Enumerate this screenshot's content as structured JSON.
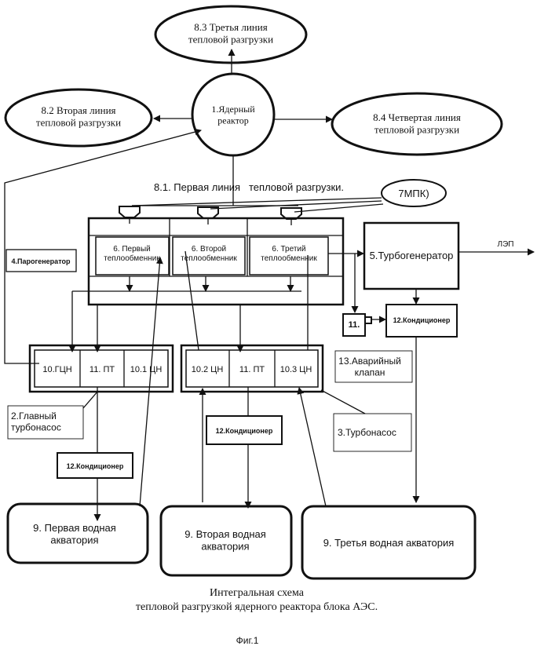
{
  "reactor": "1.Ядерный реактор",
  "line_8_2": "8.2 Вторая линия тепловой разгрузки",
  "line_8_3": "8.3 Третья линия тепловой разгрузки",
  "line_8_4": "8.4 Четвертая линия тепловой разгрузки",
  "line_8_1a": "8.1. Первая линия",
  "line_8_1b": "тепловой разгрузки.",
  "mpk": "7МПК)",
  "steam_generator": "4.Парогенератор",
  "hx1": "6. Первый теплообменник",
  "hx2": "6. Второй теплообменник",
  "hx3": "6. Третий теплообменник",
  "turbogenerator": "5.Турбогенератор",
  "lep": "ЛЭП",
  "valve11": "11.",
  "conditioner_top": "12.Кондиционер",
  "emergency_valve": "13.Аварийный клапан",
  "pump_left": [
    "10.ГЦН",
    "11. ПТ",
    "10.1 ЦН"
  ],
  "pump_right": [
    "10.2 ЦН",
    "11. ПТ",
    "10.3 ЦН"
  ],
  "main_turbopump": "2.Главный турбонасос",
  "turbopump": "3.Турбонасос",
  "conditioner_mid": "12.Кондиционер",
  "conditioner_left": "12.Кондиционер",
  "water1": "9. Первая водная акватория",
  "water2": "9. Вторая водная акватория",
  "water3": "9. Третья водная акватория",
  "caption_line1": "Интегральная схема",
  "caption_line2": "тепловой разгрузкой ядерного реактора блока АЭС.",
  "figure": "Фиг.1"
}
